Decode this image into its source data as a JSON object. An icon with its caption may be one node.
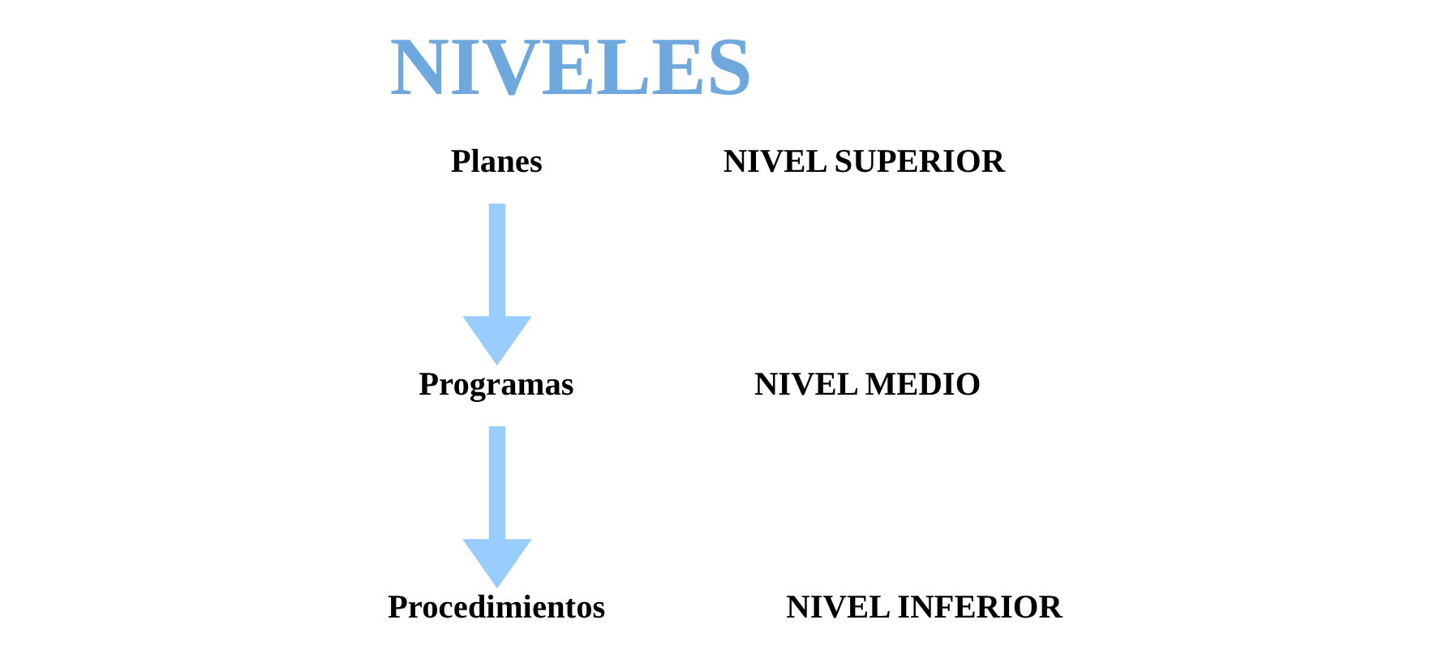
{
  "diagram": {
    "title": "NIVELES",
    "nodes": [
      {
        "text": [
          "Planes"
        ]
      },
      {
        "text": [
          "Programas"
        ]
      },
      {
        "text": [
          "Procedimientos"
        ]
      }
    ],
    "edges": [
      {
        "from": 0,
        "to": 1,
        "arrow": "to"
      },
      {
        "from": 1,
        "to": 2,
        "arrow": "to"
      }
    ],
    "labels": [
      "NIVEL SUPERIOR",
      "NIVEL MEDIO",
      "NIVEL INFERIOR"
    ]
  }
}
